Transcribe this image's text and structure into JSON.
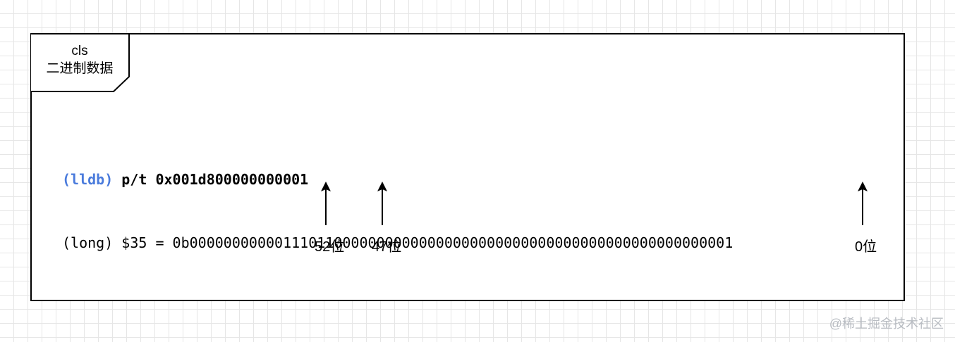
{
  "tab": {
    "line1": "cls",
    "line2": "二进制数据"
  },
  "console": {
    "prompt": "(lldb)",
    "command": "p/t 0x001d800000000001",
    "output_type": "(long)",
    "output_rest": " $35 = 0b0000000000011101100000000000000000000000000000000000000000000001"
  },
  "markers": [
    {
      "label": "52位"
    },
    {
      "label": "47位"
    },
    {
      "label": "0位"
    }
  ],
  "watermark": "@稀土掘金技术社区",
  "colors": {
    "prompt": "#4a7bdc",
    "grid": "#e6e6e6",
    "border": "#000000",
    "watermark": "#b8bcc2"
  }
}
